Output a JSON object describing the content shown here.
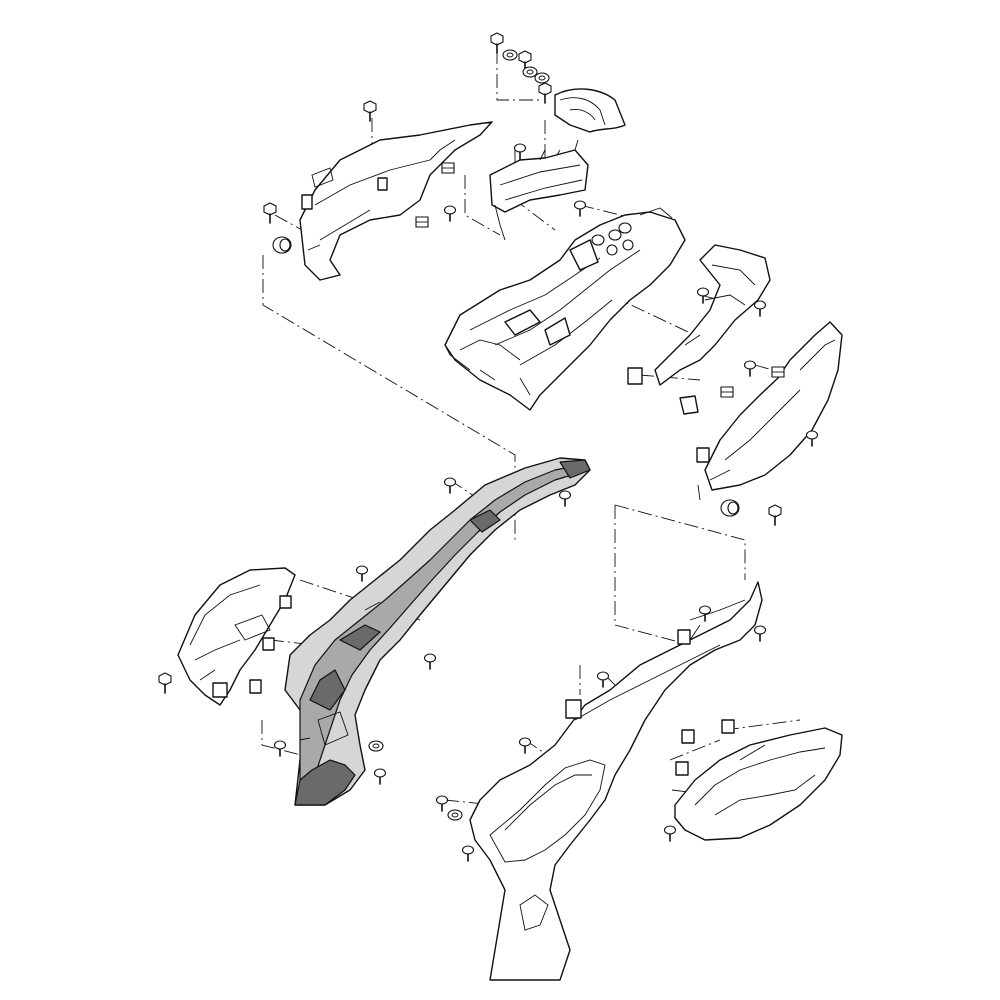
{
  "diagram": {
    "kind": "exploded-parts-view",
    "parts": [
      "rear-fender-upper-cover",
      "rear-fender-top-bracket",
      "rear-fender-body",
      "right-inner-cover",
      "left-frame-cover-upper",
      "left-seat-rail-cover",
      "left-side-cover-bracket",
      "right-side-cover",
      "right-side-cover-panel"
    ],
    "highlighted_part": "left-seat-rail-cover",
    "fastener_icons": [
      "bolt-icon",
      "nut-icon",
      "washer-icon",
      "grommet-icon",
      "clip-nut-icon"
    ],
    "colors": {
      "line": "#111111",
      "highlight_fill": "#d6d6d6",
      "highlight_mid": "#a9a9a9",
      "highlight_dark": "#6a6a6a",
      "background": "#ffffff"
    }
  }
}
